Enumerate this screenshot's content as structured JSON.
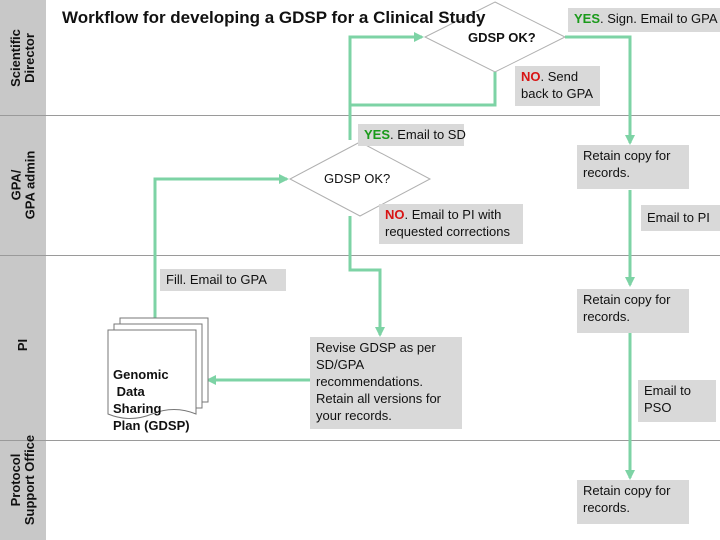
{
  "title": "Workflow for developing a GDSP for a Clinical Study",
  "lanes": {
    "sd_line1": "Scientific",
    "sd_line2": "Director",
    "gpa_line1": "GPA/",
    "gpa_line2": "GPA admin",
    "pi": "PI",
    "pso_line1": "Protocol",
    "pso_line2": "Support Office"
  },
  "decisions": {
    "sd": "GDSP OK?",
    "gpa": "GDSP OK?"
  },
  "labels": {
    "yes_sd_word": "YES",
    "yes_sd_rest": ". Sign. Email to GPA",
    "no_sd_word": "NO",
    "no_sd_rest": ". Send back to GPA",
    "yes_gpa_word": "YES",
    "yes_gpa_rest": ". Email to SD",
    "no_gpa_word": "NO",
    "no_gpa_rest": ". Email to PI with requested corrections",
    "retain1": "Retain copy for records.",
    "email_pi": "Email to PI",
    "fill": "Fill.  Email to GPA",
    "retain2": "Retain copy for records.",
    "revise": "Revise GDSP as per SD/GPA recommendations. Retain all versions for your records.",
    "email_pso": "Email to PSO",
    "retain3": "Retain copy for records."
  },
  "document": {
    "line1": "Genomic",
    "line2": " Data",
    "line3": "Sharing",
    "line4": "Plan (GDSP)"
  },
  "colors": {
    "arrow": "#7dd3a5",
    "yes": "#1a9a1a",
    "no": "#d81414",
    "box": "#d9d9d9",
    "lane_strip": "#c8c8c8"
  }
}
